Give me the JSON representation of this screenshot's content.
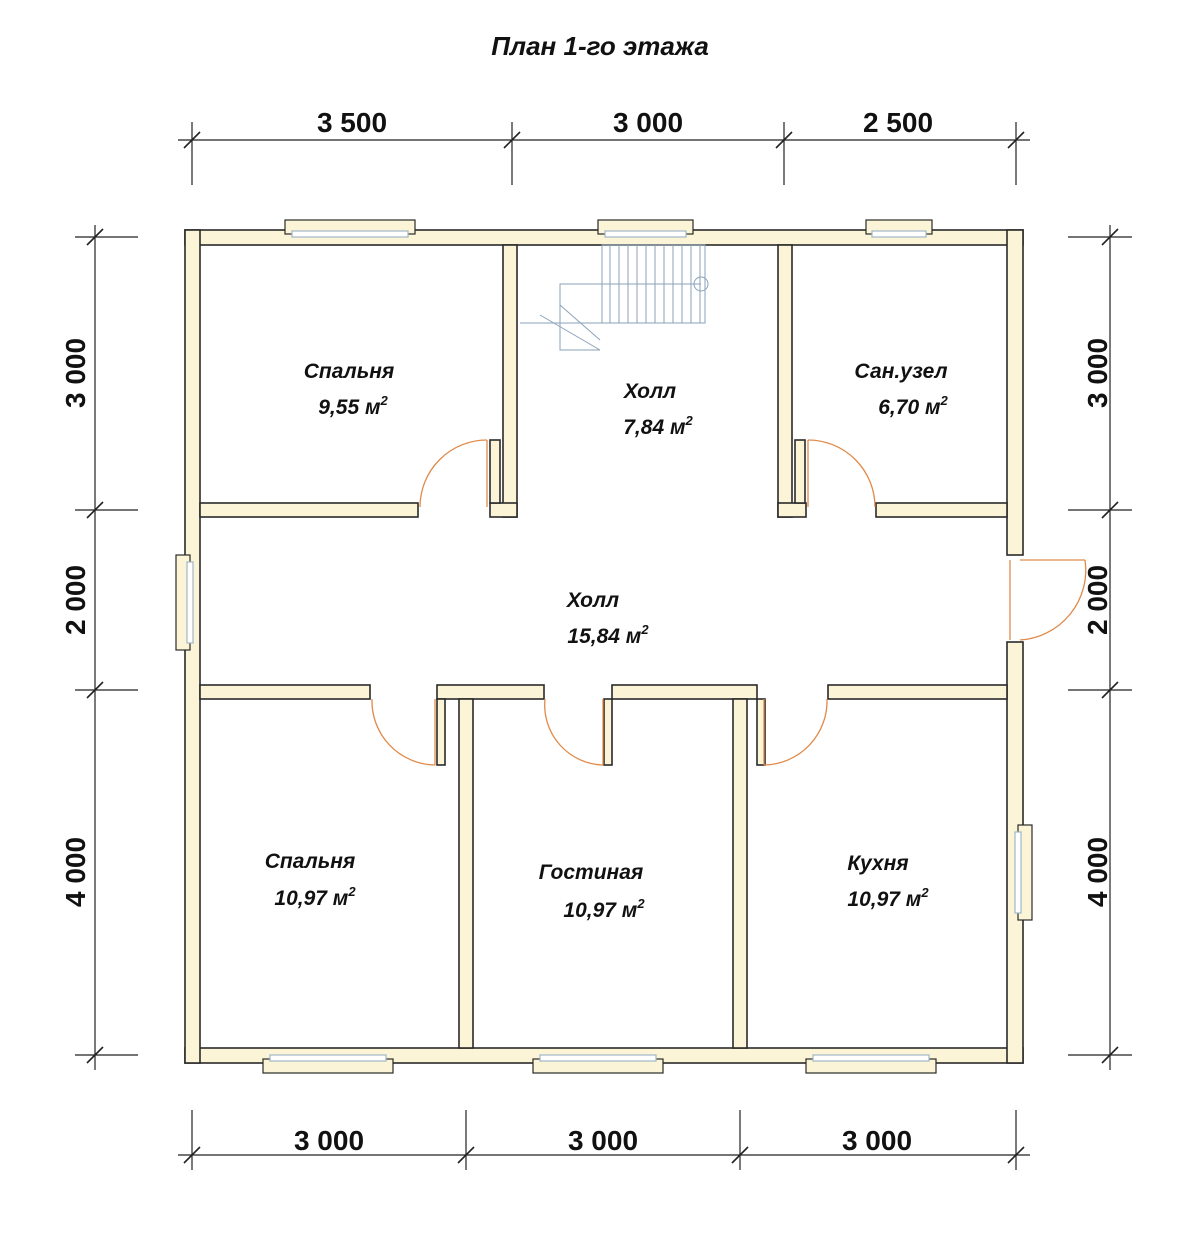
{
  "title": "План 1-го этажа",
  "dimensions": {
    "top": [
      "3 500",
      "3 000",
      "2 500"
    ],
    "bottom": [
      "3 000",
      "3 000",
      "3 000"
    ],
    "left": [
      "3 000",
      "2 000",
      "4 000"
    ],
    "right": [
      "3 000",
      "2 000",
      "4 000"
    ]
  },
  "rooms": [
    {
      "name": "Спальня",
      "area": "9,55 м",
      "unit_sup": "2"
    },
    {
      "name": "Холл",
      "area": "7,84 м",
      "unit_sup": "2"
    },
    {
      "name": "Сан.узел",
      "area": "6,70 м",
      "unit_sup": "2"
    },
    {
      "name": "Холл",
      "area": "15,84 м",
      "unit_sup": "2"
    },
    {
      "name": "Спальня",
      "area": "10,97 м",
      "unit_sup": "2"
    },
    {
      "name": "Гостиная",
      "area": "10,97 м",
      "unit_sup": "2"
    },
    {
      "name": "Кухня",
      "area": "10,97 м",
      "unit_sup": "2"
    }
  ],
  "colors": {
    "wall_fill": "#fbf4d6",
    "wall_stroke": "#2a2a2a",
    "door": "#e08a4a",
    "window": "#9fb7c9"
  }
}
